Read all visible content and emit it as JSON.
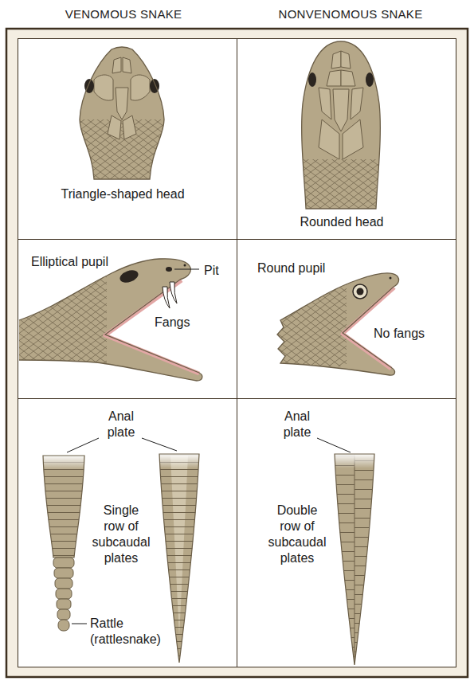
{
  "diagram": {
    "nodes": [
      {
        "text": [
          "Triangle-shaped head"
        ]
      },
      {
        "text": [
          "Rounded head"
        ]
      },
      {
        "text": [
          "Elliptical pupil",
          "Pit",
          "Fangs"
        ]
      },
      {
        "text": [
          "Round pupil",
          "No fangs"
        ]
      },
      {
        "text": [
          "Anal plate",
          "Single row of subcaudal plates",
          "Rattle (rattlesnake)"
        ]
      },
      {
        "text": [
          "Anal plate",
          "Double row of subcaudal plates"
        ]
      }
    ],
    "labels": [
      "VENOMOUS SNAKE",
      "NONVENOMOUS SNAKE"
    ]
  }
}
